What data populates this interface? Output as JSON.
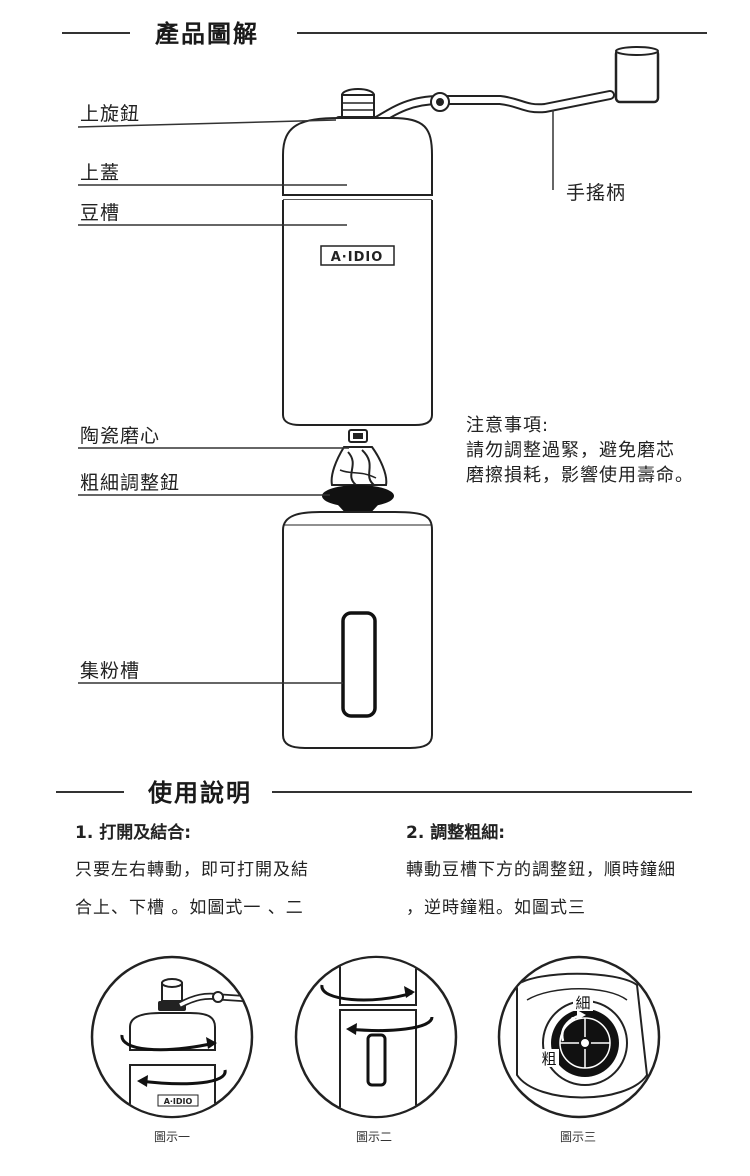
{
  "section1": {
    "title": "產品圖解"
  },
  "parts": {
    "top_knob": "上旋鈕",
    "top_lid": "上蓋",
    "bean_chamber": "豆槽",
    "handle": "手搖柄",
    "ceramic_burr": "陶瓷磨心",
    "grind_adjust_knob": "粗細調整鈕",
    "powder_container": "集粉槽"
  },
  "brand_logo": "A·IDIO",
  "notice": {
    "title": "注意事項:",
    "lines": [
      "請勿調整過緊，避免磨芯",
      "磨擦損耗，影響使用壽命。"
    ]
  },
  "section2": {
    "title": "使用說明"
  },
  "steps": [
    {
      "title": "1. 打開及結合:",
      "lines": [
        "只要左右轉動，即可打開及結",
        "合上、下槽 。如圖式一 、二"
      ]
    },
    {
      "title": "2. 調整粗細:",
      "lines": [
        "轉動豆槽下方的調整鈕，順時鐘細",
        "，逆時鐘粗。如圖式三"
      ]
    }
  ],
  "figures": {
    "fig1": {
      "caption": "圖示一"
    },
    "fig2": {
      "caption": "圖示二"
    },
    "fig3": {
      "caption": "圖示三",
      "fine": "細",
      "coarse": "粗"
    }
  },
  "colors": {
    "line": "#333333",
    "fill": "#111111"
  }
}
